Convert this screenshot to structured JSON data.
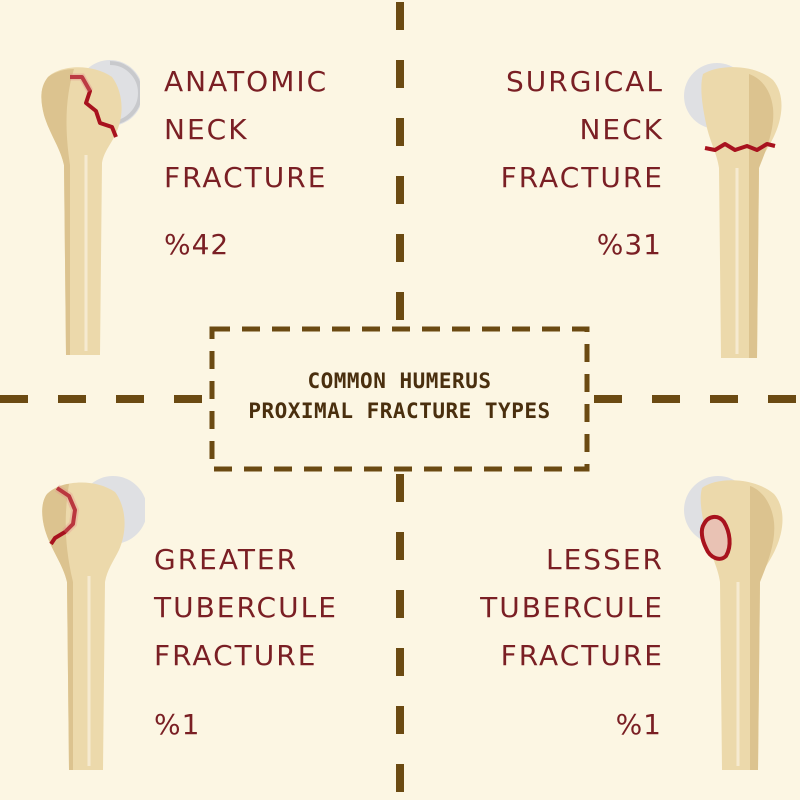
{
  "title": {
    "line1": "COMMON HUMERUS",
    "line2": "PROXIMAL FRACTURE TYPES"
  },
  "quadrants": {
    "top_left": {
      "lines": [
        "ANATOMIC",
        "NECK",
        "FRACTURE"
      ],
      "percent": "%42"
    },
    "top_right": {
      "lines": [
        "SURGICAL",
        "NECK",
        "FRACTURE"
      ],
      "percent": "%31"
    },
    "bottom_left": {
      "lines": [
        "GREATER",
        "TUBERCULE",
        "FRACTURE"
      ],
      "percent": "%1"
    },
    "bottom_right": {
      "lines": [
        "LESSER",
        "TUBERCULE",
        "FRACTURE"
      ],
      "percent": "%1"
    }
  },
  "colors": {
    "background": "#fcf6e3",
    "divider": "#6b4a12",
    "text": "#7a1f24",
    "bone": "#ecd9ab",
    "bone_shade": "#dcc38f",
    "humeral_head": "#dfe0e3",
    "fracture": "#a8121e"
  }
}
